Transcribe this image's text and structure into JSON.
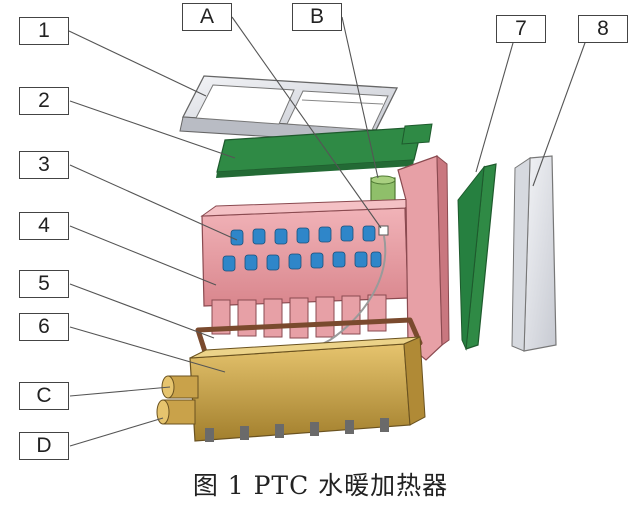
{
  "labels": {
    "n1": "1",
    "n2": "2",
    "n3": "3",
    "n4": "4",
    "n5": "5",
    "n6": "6",
    "n7": "7",
    "n8": "8",
    "A": "A",
    "B": "B",
    "C": "C",
    "D": "D"
  },
  "caption": "图 1   PTC 水暖加热器",
  "colors": {
    "lid": "#e4e6ea",
    "pcb": "#2f8a45",
    "housing": "#e89aa0",
    "ptc_elements": "#2f86c9",
    "gasket": "#7a4a2e",
    "base": "#c9a24a",
    "cover_plate": "#e3e5ea"
  }
}
